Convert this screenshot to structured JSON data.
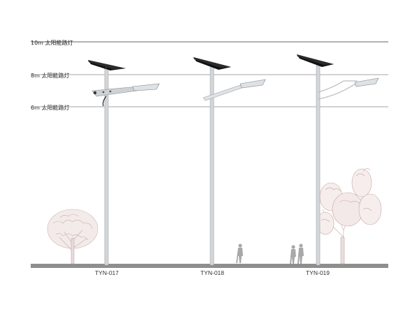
{
  "height_lines": [
    {
      "label": "10m  太阳能路灯"
    },
    {
      "label": "8m  太阳能路灯"
    },
    {
      "label": "6m  太阳能路灯"
    }
  ],
  "models": [
    {
      "label": "TYN-017"
    },
    {
      "label": "TYN-018"
    },
    {
      "label": "TYN-019"
    }
  ],
  "colors": {
    "ground": "#8e8e8e",
    "line": "#777777",
    "pole": "#c9ccd0",
    "panel": "#111111",
    "tree": "#c9a9a4"
  }
}
